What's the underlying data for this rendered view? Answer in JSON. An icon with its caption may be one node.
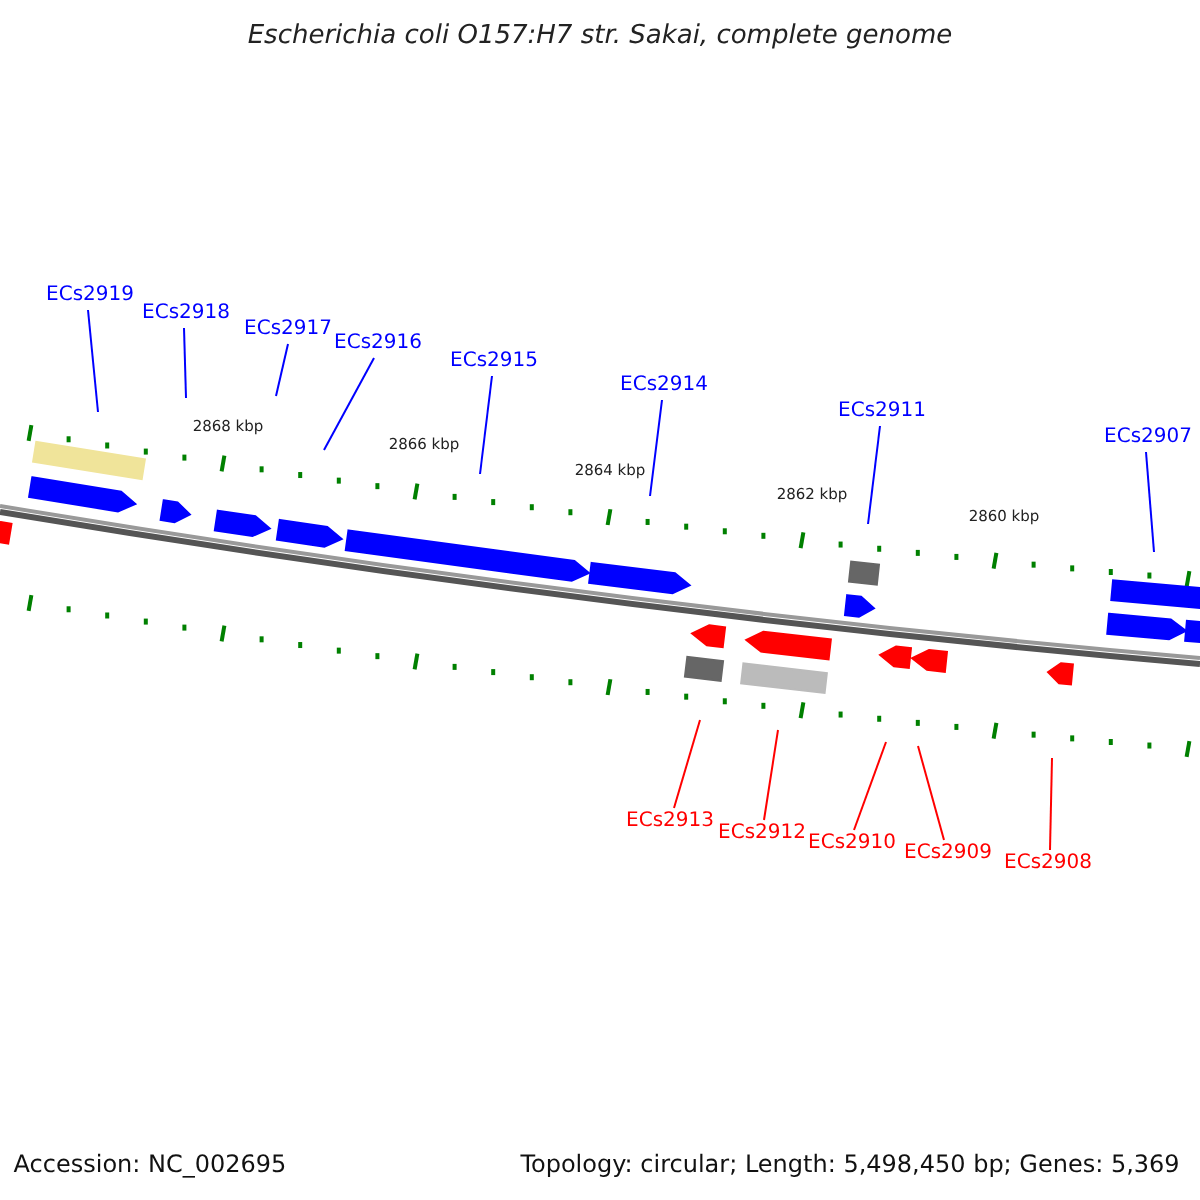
{
  "diagram": {
    "title": "Escherichia coli O157:H7 str. Sakai, complete genome",
    "nodes": [
      {
        "text": [
          "ECs2919"
        ]
      },
      {
        "text": [
          "ECs2918"
        ]
      },
      {
        "text": [
          "ECs2917"
        ]
      },
      {
        "text": [
          "ECs2916"
        ]
      },
      {
        "text": [
          "ECs2915"
        ]
      },
      {
        "text": [
          "ECs2914"
        ]
      },
      {
        "text": [
          "ECs2911"
        ]
      },
      {
        "text": [
          "ECs2907"
        ]
      },
      {
        "text": [
          "ECs2913"
        ]
      },
      {
        "text": [
          "ECs2912"
        ]
      },
      {
        "text": [
          "ECs2910"
        ]
      },
      {
        "text": [
          "ECs2909"
        ]
      },
      {
        "text": [
          "ECs2908"
        ]
      }
    ],
    "edges": [
      {
        "from": 0,
        "to": null,
        "arrow": "none"
      },
      {
        "from": 1,
        "to": null,
        "arrow": "none"
      },
      {
        "from": 2,
        "to": null,
        "arrow": "none"
      },
      {
        "from": 3,
        "to": null,
        "arrow": "none"
      },
      {
        "from": 4,
        "to": null,
        "arrow": "none"
      },
      {
        "from": 5,
        "to": null,
        "arrow": "none"
      },
      {
        "from": 6,
        "to": null,
        "arrow": "none"
      },
      {
        "from": 7,
        "to": null,
        "arrow": "none"
      },
      {
        "from": 8,
        "to": null,
        "arrow": "none",
        "color": "#ff0000"
      },
      {
        "from": 9,
        "to": null,
        "arrow": "none",
        "color": "#ff0000"
      },
      {
        "from": 10,
        "to": null,
        "arrow": "none",
        "color": "#ff0000"
      },
      {
        "from": 11,
        "to": null,
        "arrow": "none",
        "color": "#ff0000"
      },
      {
        "from": 12,
        "to": null,
        "arrow": "none",
        "color": "#ff0000"
      }
    ],
    "labels": [
      "2868 kbp",
      "2866 kbp",
      "2864 kbp",
      "2862 kbp",
      "2860 kbp",
      "Accession: NC_002695",
      "Topology: circular; Length: 5,498,450 bp; Genes: 5,369"
    ]
  }
}
